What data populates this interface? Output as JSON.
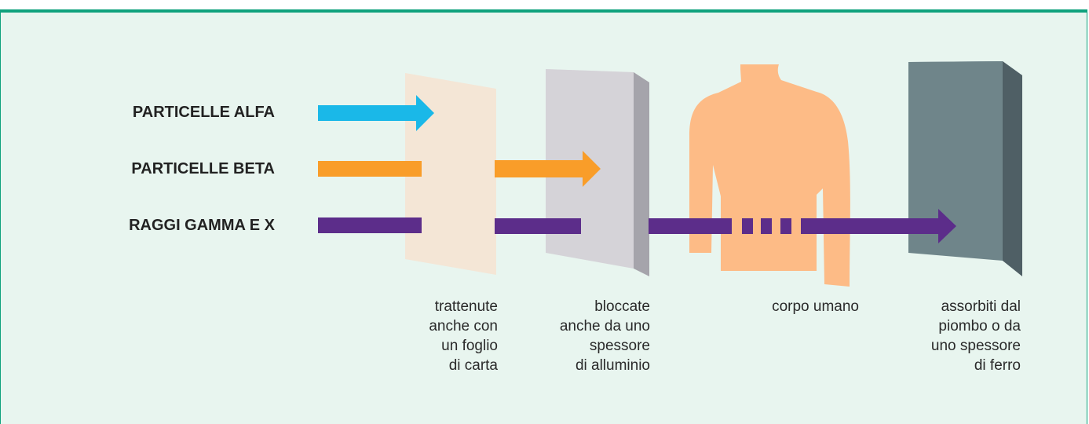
{
  "labels": {
    "alpha": "PARTICELLE ALFA",
    "beta": "PARTICELLE BETA",
    "gamma": "RAGGI GAMMA E X"
  },
  "captions": {
    "paper": [
      "trattenute",
      "anche con",
      "un foglio",
      "di carta"
    ],
    "aluminium": [
      "bloccate",
      "anche da uno",
      "spessore",
      "di alluminio"
    ],
    "body": [
      "corpo umano"
    ],
    "lead": [
      "assorbiti dal",
      "piombo o da",
      "uno spessore",
      "di ferro"
    ]
  },
  "colors": {
    "frame_border": "#0fa27d",
    "background": "#e8f5ef",
    "alpha": "#1ab8e8",
    "beta": "#f99d29",
    "gamma": "#5c2d8a",
    "paper": "#f4e6d6",
    "aluminium_front": "#d5d3d8",
    "aluminium_side": "#a5a4ab",
    "body": "#fdbb86",
    "lead_front": "#6f858a",
    "lead_side": "#4f5f65",
    "lead_top": "#97a9b8"
  }
}
